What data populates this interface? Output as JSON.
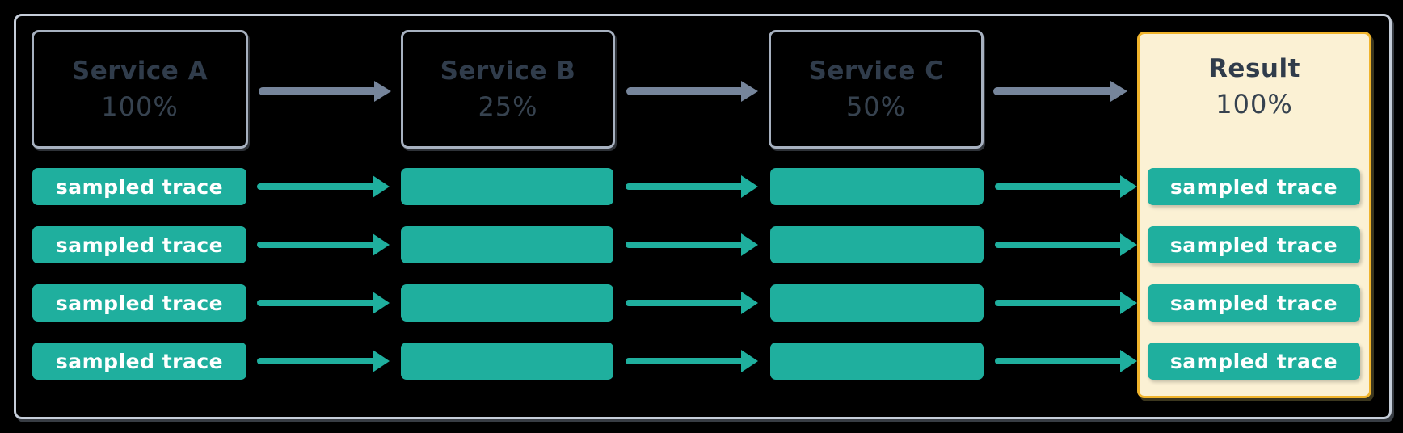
{
  "columns": [
    {
      "title": "Service A",
      "rate": "100%"
    },
    {
      "title": "Service B",
      "rate": "25%"
    },
    {
      "title": "Service C",
      "rate": "50%"
    },
    {
      "title": "Result",
      "rate": "100%"
    }
  ],
  "trace_label": "sampled trace",
  "rows_per_column": 4,
  "icons": {
    "service_flow_arrow": "right-arrow",
    "trace_flow_arrow": "right-arrow"
  },
  "colors": {
    "background": "#000000",
    "frame_border": "#C5CDD9",
    "service_border": "#A7B1C0",
    "text_dark": "#303C4B",
    "arrow_gray": "#76859B",
    "trace_teal": "#1FAF9E",
    "trace_text": "#FFFFFF",
    "result_background": "#FBF1D4",
    "result_border": "#F0B42C"
  }
}
